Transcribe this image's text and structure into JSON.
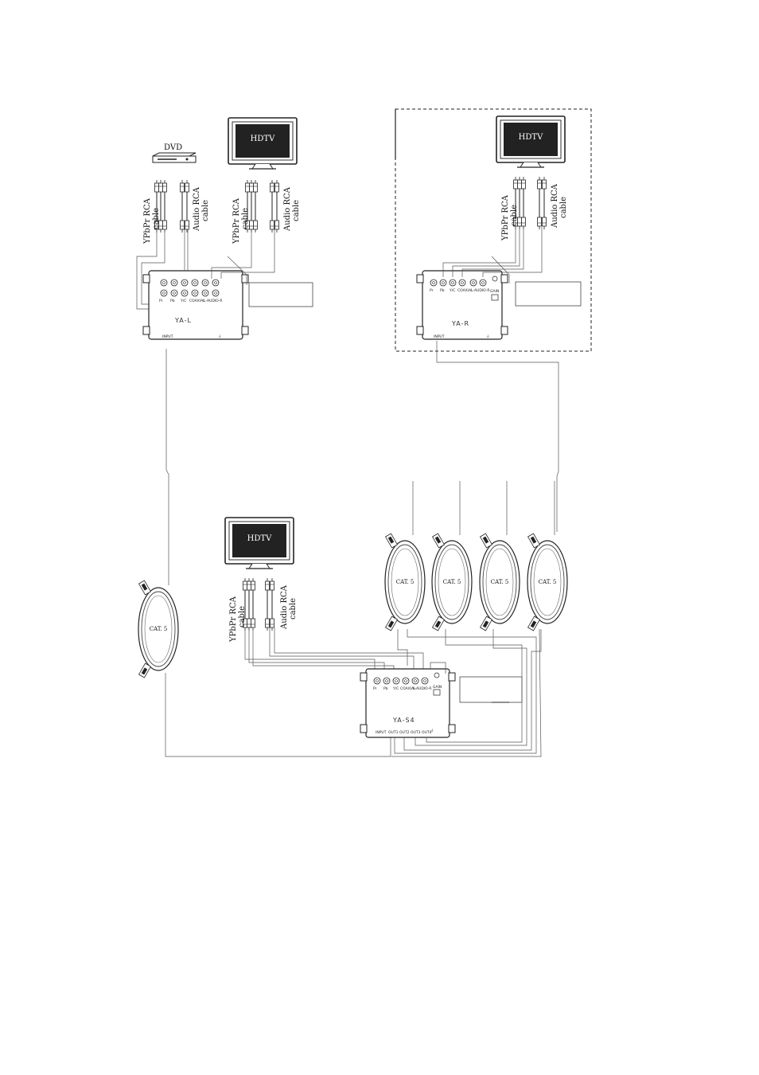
{
  "labels": {
    "dvd": "DVD",
    "hdtv": "HDTV",
    "ypbpr_line1": "YPbPr RCA",
    "ypbpr_line2": "cable",
    "audio_line1": "Audio RCA",
    "audio_line2": "cable",
    "cat5": "CAT. 5"
  },
  "devices": {
    "transmitter": "YA-L",
    "receiver": "YA-R",
    "splitter": "YA-S4"
  }
}
